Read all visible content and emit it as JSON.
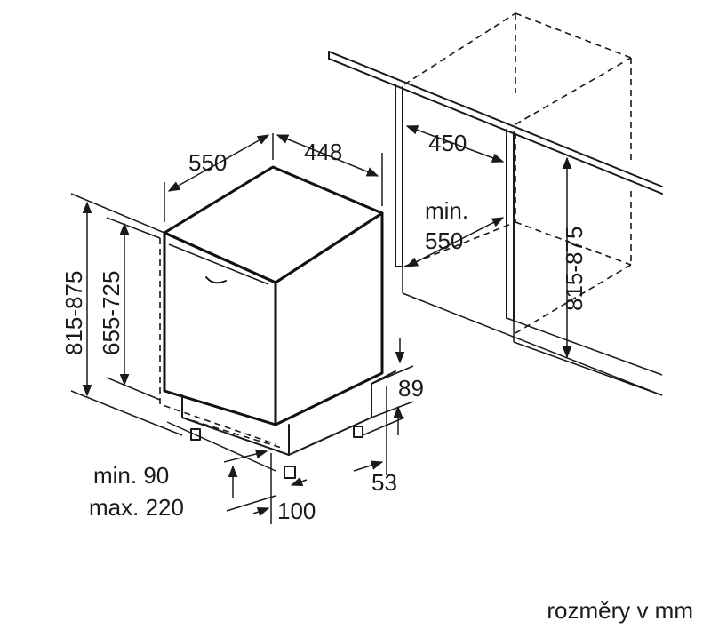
{
  "dimensions": {
    "depth": "550",
    "width": "448",
    "niche_width": "450",
    "niche_min_label": "min.",
    "niche_depth": "550",
    "niche_height": "815-875",
    "total_height": "815-875",
    "door_height": "655-725",
    "plinth_top": "89",
    "plinth_bottom": "53",
    "plinth_min": "min. 90",
    "plinth_max": "max. 220",
    "foot_setback": "100"
  },
  "caption": "rozměry v mm"
}
